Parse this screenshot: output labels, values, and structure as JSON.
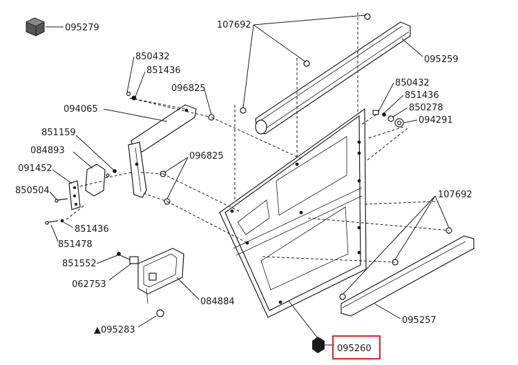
{
  "parts": {
    "p095279": "095279",
    "p107692_top": "107692",
    "p095259": "095259",
    "p850432_l": "850432",
    "p851436_l": "851436",
    "p096825_a": "096825",
    "p094065": "094065",
    "p851159": "851159",
    "p084893": "084893",
    "p096825_b": "096825",
    "p091452": "091452",
    "p850504": "850504",
    "p851436_b": "851436",
    "p851478": "851478",
    "p850432_r": "850432",
    "p851436_r": "851436",
    "p850278": "850278",
    "p094291": "094291",
    "p107692_bot": "107692",
    "p851552": "851552",
    "p062753": "062753",
    "p084884": "084884",
    "p095283": "▲095283",
    "p095257": "095257",
    "p095260": "095260"
  },
  "highlight": {
    "part": "095260",
    "color": "#e0202a"
  },
  "colors": {
    "line": "#1a1a1a",
    "background": "#ffffff"
  }
}
